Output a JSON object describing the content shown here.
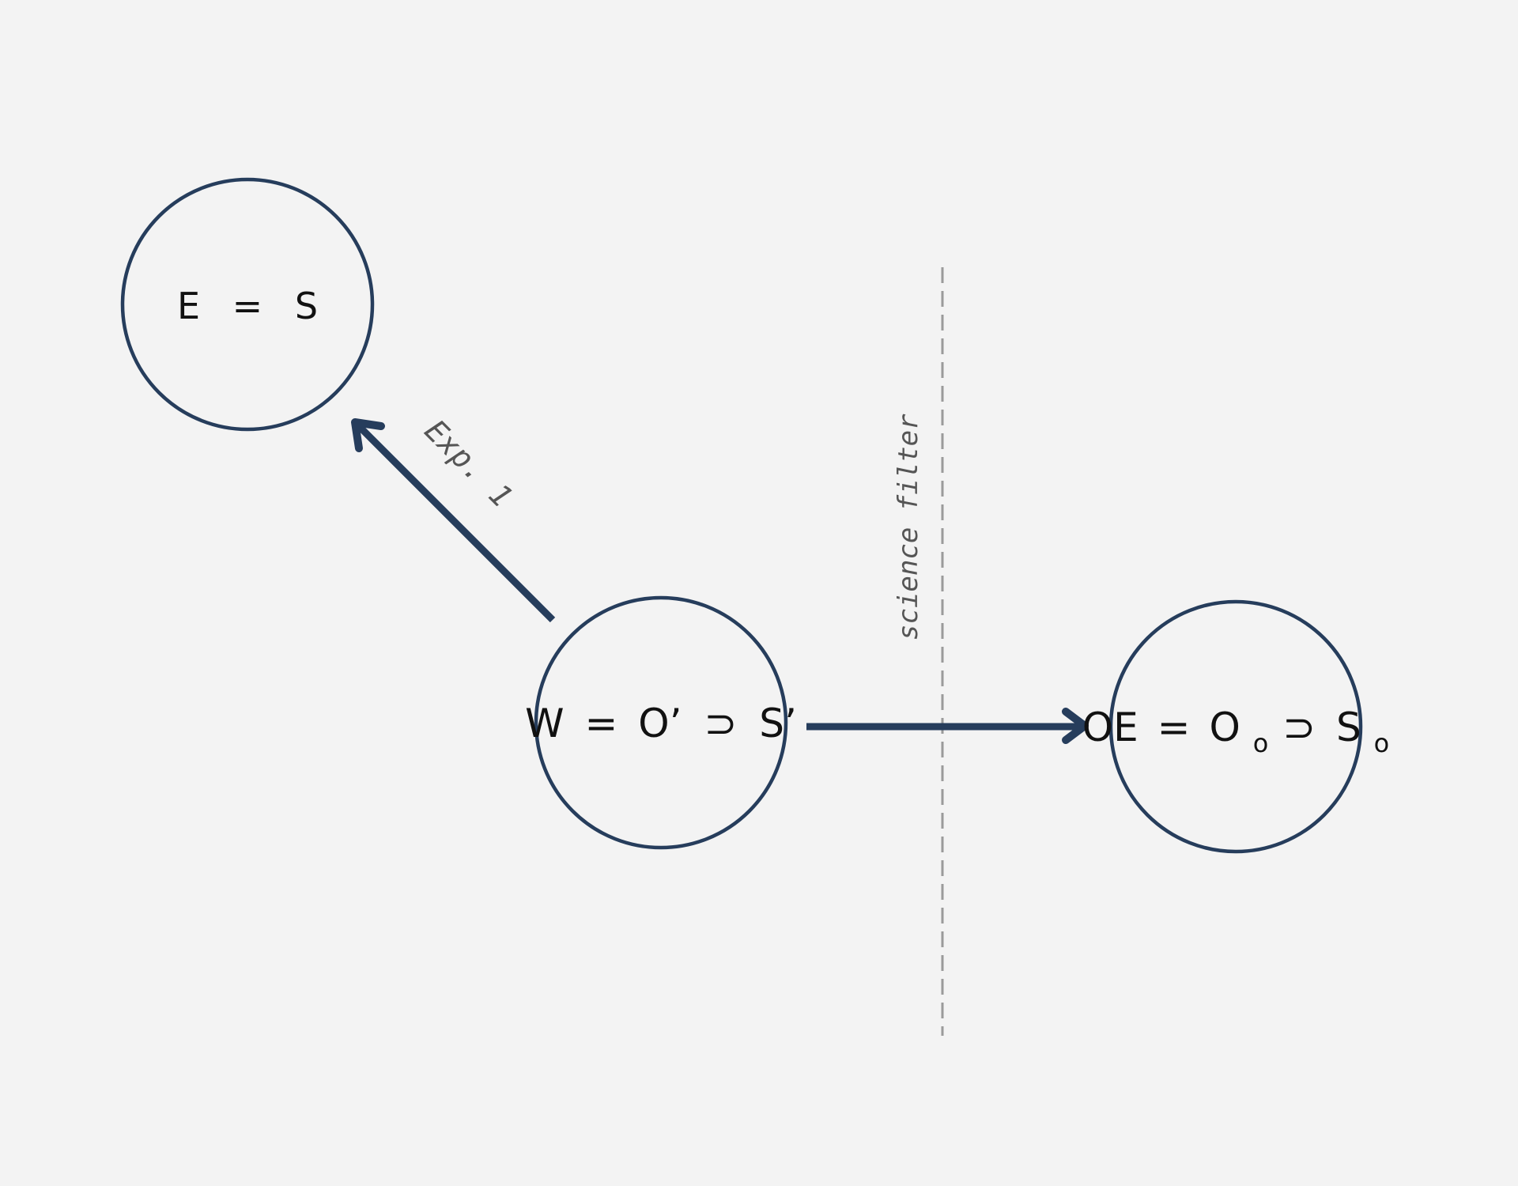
{
  "colors": {
    "background": "#f3f3f3",
    "node_stroke": "#263d5c",
    "arrow": "#263d5c",
    "divider": "#9a9a9a",
    "text": "#111111",
    "label": "#555555"
  },
  "nodes": {
    "top_left": {
      "left": "E",
      "op": "=",
      "right": "S"
    },
    "center": {
      "w": "W",
      "eq": "=",
      "o": "O’",
      "sup": "⊃",
      "s": "S’"
    },
    "right": {
      "oe": "OE",
      "eq": "=",
      "o": "O",
      "o_sub": "o",
      "sup": "⊃",
      "s": "S",
      "s_sub": "o"
    }
  },
  "labels": {
    "arrow_label": "Exp. 1",
    "divider_label": "science filter"
  }
}
